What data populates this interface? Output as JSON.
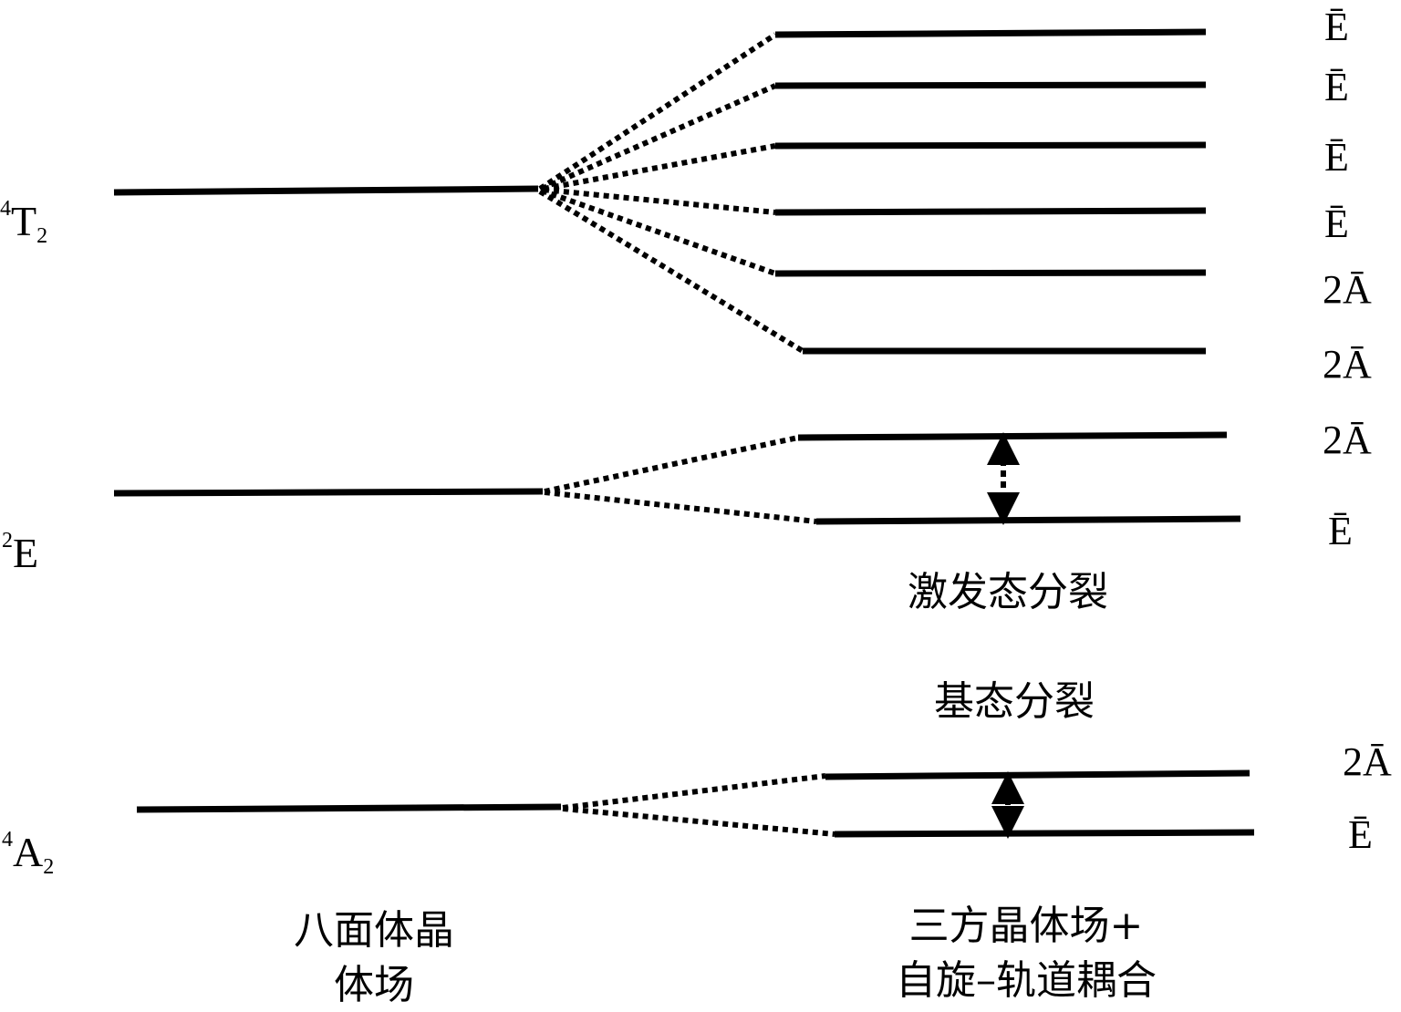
{
  "terms": {
    "t2": {
      "sup": "4",
      "base": "T",
      "sub": "2"
    },
    "e": {
      "sup": "2",
      "base": "E"
    },
    "a2": {
      "sup": "4",
      "base": "A",
      "sub": "2"
    }
  },
  "t2_split_labels": [
    "Ē",
    "Ē",
    "Ē",
    "Ē",
    "2Ā",
    "2Ā"
  ],
  "e_split_labels": [
    "2Ā",
    "Ē"
  ],
  "a2_split_labels": [
    "2Ā",
    "Ē"
  ],
  "captions": {
    "excited_split": "激发态分裂",
    "ground_split": "基态分裂",
    "octahedral_line1": "八面体晶",
    "octahedral_line2": "体场",
    "trigonal_line1": "三方晶体场+",
    "trigonal_line2": "自旋–轨道耦合"
  }
}
